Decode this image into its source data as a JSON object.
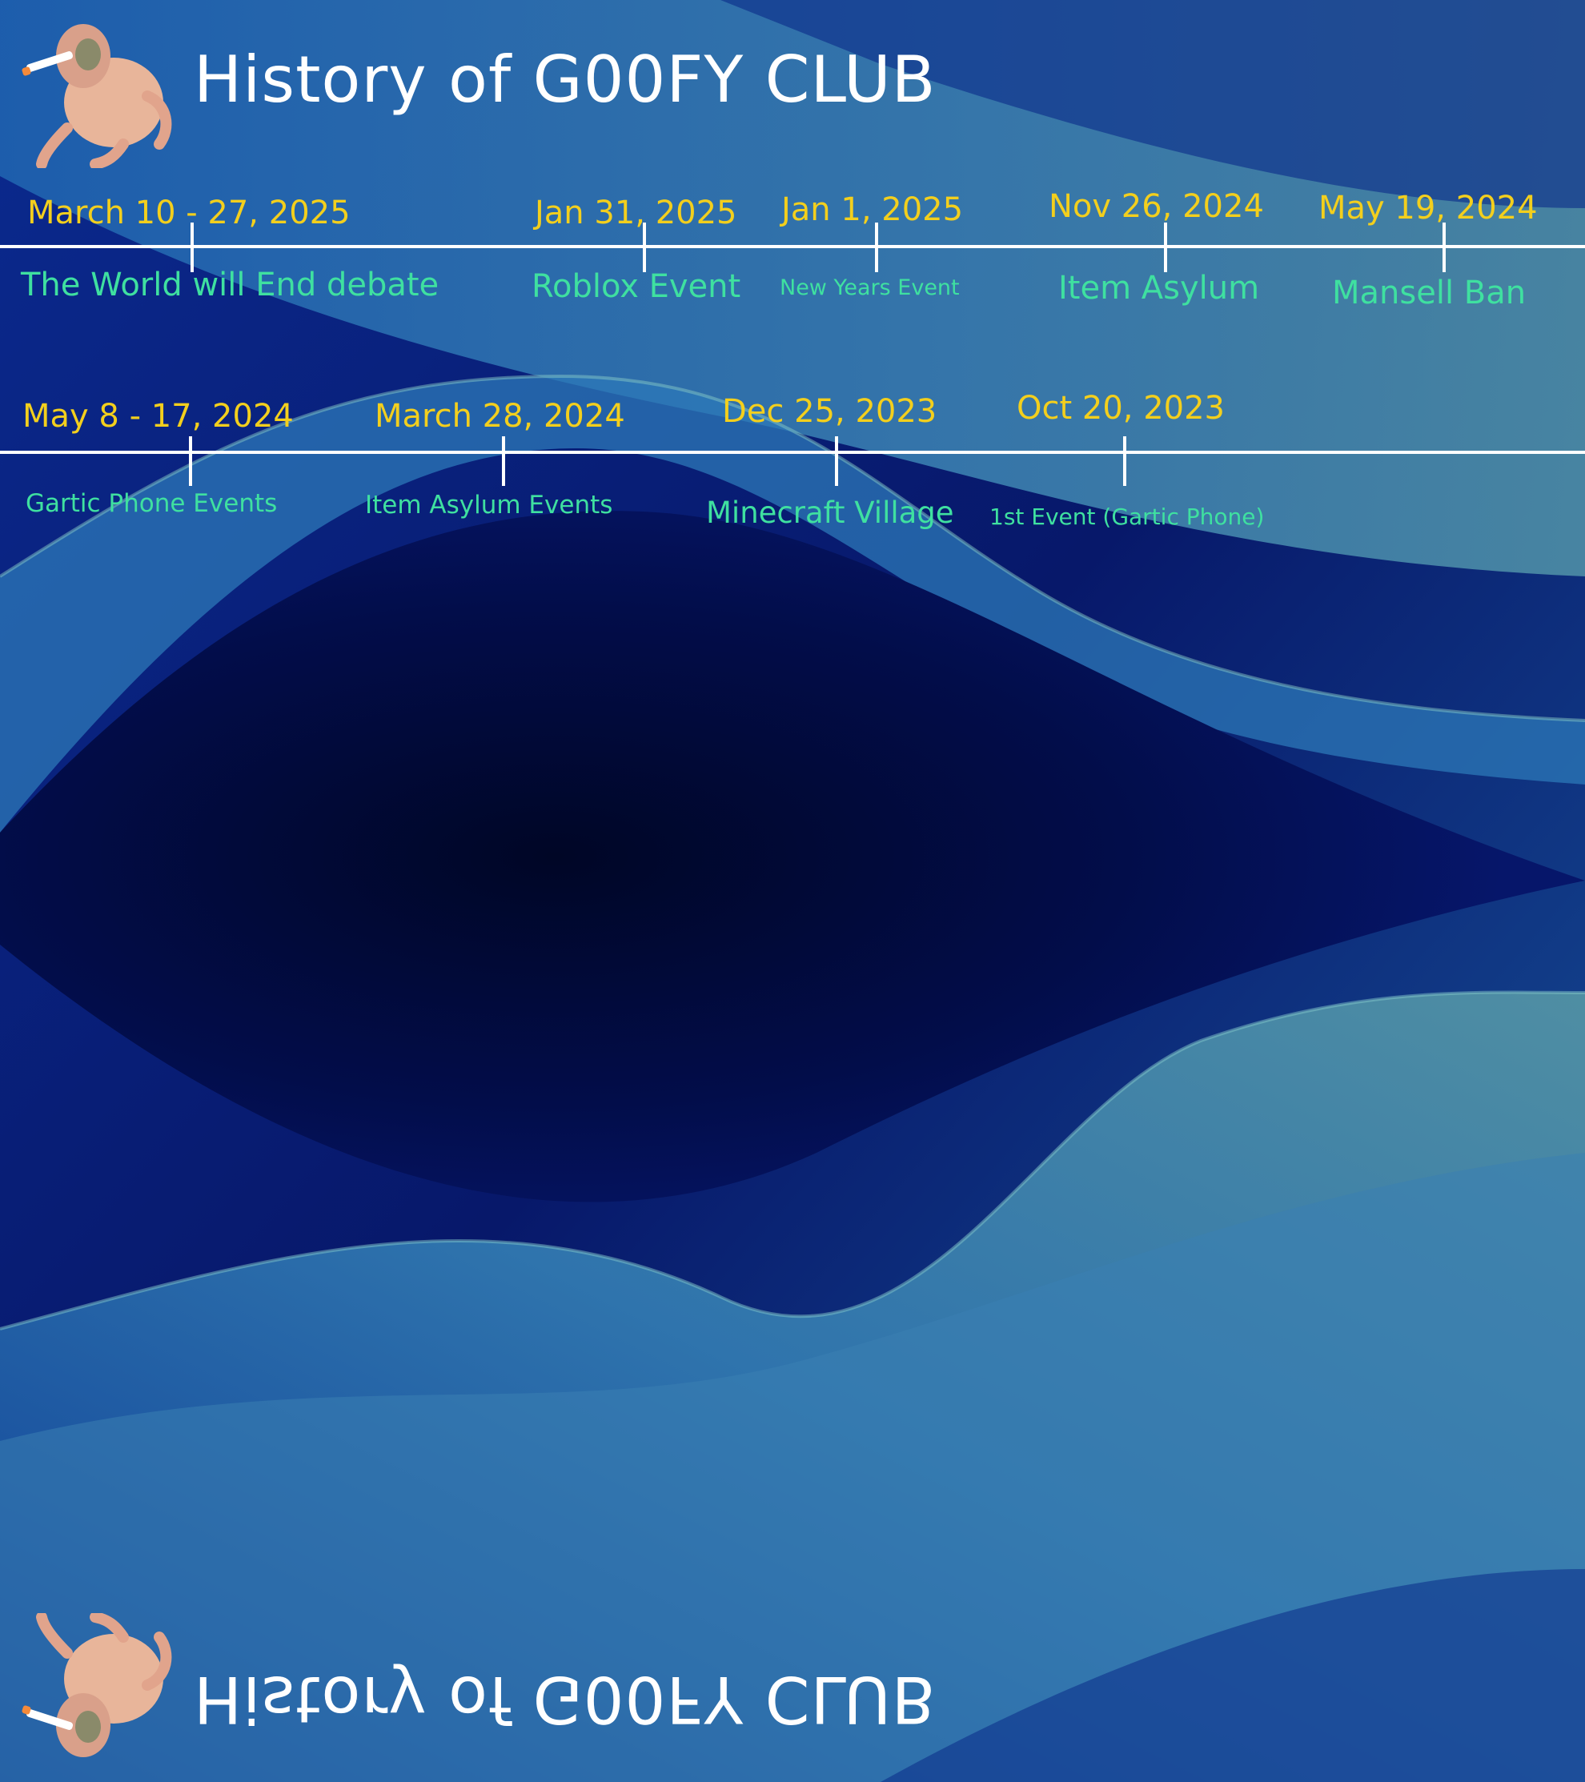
{
  "title": "History of G00FY CLUB",
  "mirrored_title": "History of G00FY CLUB",
  "colors": {
    "date_text": "#f3cf1d",
    "event_text": "#3fe0a0",
    "timeline_line": "#ffffff",
    "background_dark": "#000a3a",
    "background_mid": "#0a2a8a",
    "background_light": "#4a8aa6"
  },
  "mascot": {
    "icon": "plucked-chicken-smoking-icon"
  },
  "timeline_rows": [
    {
      "events": [
        {
          "date": "March 10 - 27, 2025",
          "label": "The World will End debate"
        },
        {
          "date": "Jan 31, 2025",
          "label": "Roblox Event"
        },
        {
          "date": "Jan 1, 2025",
          "label": "New Years Event"
        },
        {
          "date": "Nov 26, 2024",
          "label": "Item Asylum"
        },
        {
          "date": "May 19, 2024",
          "label": "Mansell Ban"
        }
      ]
    },
    {
      "events": [
        {
          "date": "May 8 - 17, 2024",
          "label": "Gartic Phone Events"
        },
        {
          "date": "March 28, 2024",
          "label": "Item Asylum Events"
        },
        {
          "date": "Dec 25, 2023",
          "label": "Minecraft Village"
        },
        {
          "date": "Oct 20, 2023",
          "label": "1st Event (Gartic Phone)"
        }
      ]
    }
  ]
}
